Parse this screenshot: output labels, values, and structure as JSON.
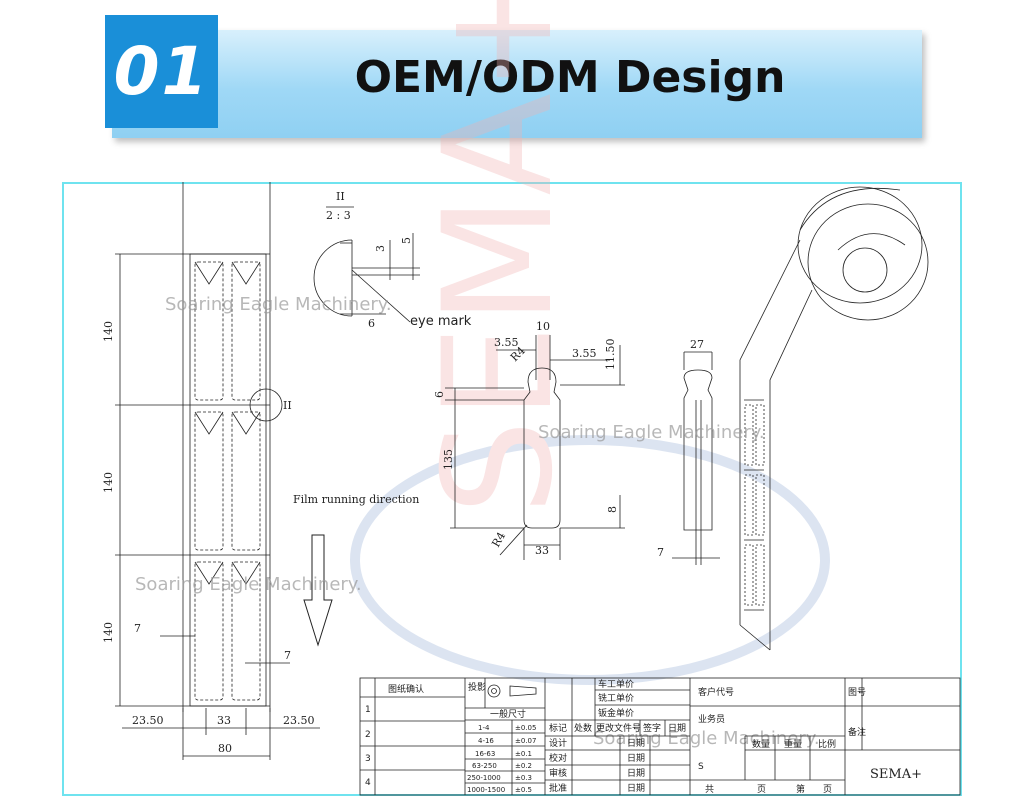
{
  "header": {
    "number": "01",
    "title": "OEM/ODM Design"
  },
  "drawing": {
    "labels": {
      "eye_mark": "eye mark",
      "film_direction": "Film running direction",
      "scale": "2 : 3",
      "scale_top": "II",
      "section_mark": "II"
    },
    "dims": {
      "d140a": "140",
      "d140b": "140",
      "d140c": "140",
      "d7a": "7",
      "d7b": "7",
      "d2350a": "23.50",
      "d33a": "33",
      "d2350b": "23.50",
      "d80": "80",
      "d3": "3",
      "d5": "5",
      "d6": "6",
      "d10": "10",
      "d355a": "3.55",
      "d355b": "3.55",
      "dr4a": "R4",
      "d1150": "11.50",
      "d6b": "6",
      "d135": "135",
      "d8": "8",
      "dr4b": "R4",
      "d33b": "33",
      "d27": "27",
      "d7c": "7"
    },
    "watermark": "Soaring Eagle Machinery.",
    "logo_text": "SEMA+"
  },
  "title_block": {
    "confirm": "图纸确认",
    "projection": "投影",
    "tolerance_title": "一般尺寸",
    "tolerances": [
      {
        "range": "1-4",
        "tol": "±0.05"
      },
      {
        "range": "4-16",
        "tol": "±0.07"
      },
      {
        "range": "16-63",
        "tol": "±0.1"
      },
      {
        "range": "63-250",
        "tol": "±0.2"
      },
      {
        "range": "250-1000",
        "tol": "±0.3"
      },
      {
        "range": "1000-1500",
        "tol": "±0.5"
      }
    ],
    "rows": [
      "1",
      "2",
      "3",
      "4"
    ],
    "price_car": "车工单价",
    "price_mill": "铣工单价",
    "price_sheet": "钣金单价",
    "rev_headers": [
      "标记",
      "处数",
      "更改文件号",
      "签字",
      "日期"
    ],
    "design": "设计",
    "check": "校对",
    "review": "审核",
    "approve": "批准",
    "date": "日期",
    "customer_code": "客户代号",
    "salesman": "业务员",
    "qty": "数量",
    "weight": "重量",
    "ratio": "比例",
    "fig_no": "图号",
    "remark": "备注",
    "total": "共",
    "page": "页",
    "sheet": "第",
    "s_mark": "S",
    "company": "SEMA+"
  }
}
